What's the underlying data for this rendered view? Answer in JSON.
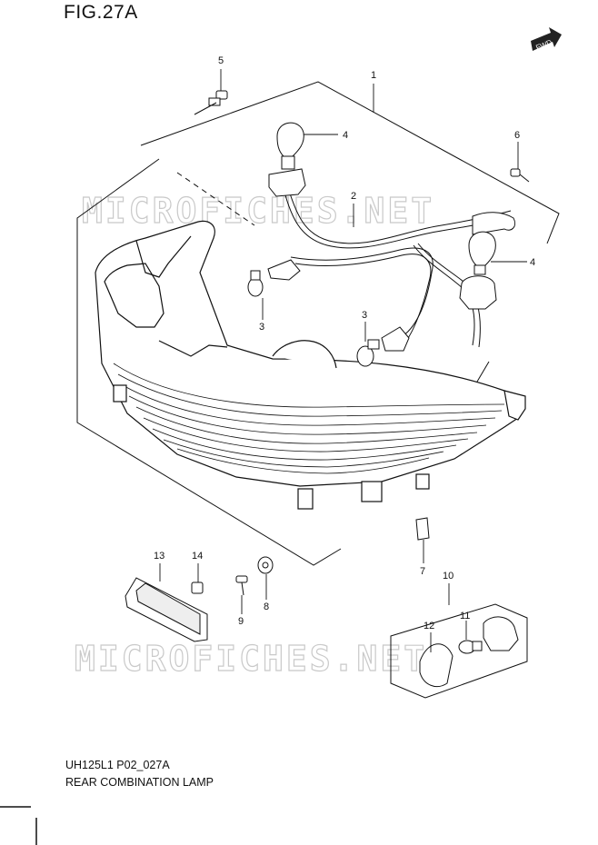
{
  "figure": {
    "title": "FIG.27A",
    "direction_badge": "FWD",
    "model_code": "UH125L1 P02_027A",
    "assembly_name": "REAR COMBINATION LAMP",
    "watermark": "MICROFICHES.NET"
  },
  "callouts": [
    {
      "id": "1",
      "part": "rear-combination-lamp-assembly"
    },
    {
      "id": "2",
      "part": "wiring-harness"
    },
    {
      "id": "3",
      "part": "turn-signal-bulb"
    },
    {
      "id": "4",
      "part": "tail-brake-bulb"
    },
    {
      "id": "5",
      "part": "mounting-screw"
    },
    {
      "id": "6",
      "part": "screw"
    },
    {
      "id": "7",
      "part": "nut-clip"
    },
    {
      "id": "8",
      "part": "rubber-grommet"
    },
    {
      "id": "9",
      "part": "screw"
    },
    {
      "id": "10",
      "part": "license-lamp-assembly"
    },
    {
      "id": "11",
      "part": "bulb"
    },
    {
      "id": "12",
      "part": "lens"
    },
    {
      "id": "13",
      "part": "reflector"
    },
    {
      "id": "14",
      "part": "nut"
    }
  ]
}
